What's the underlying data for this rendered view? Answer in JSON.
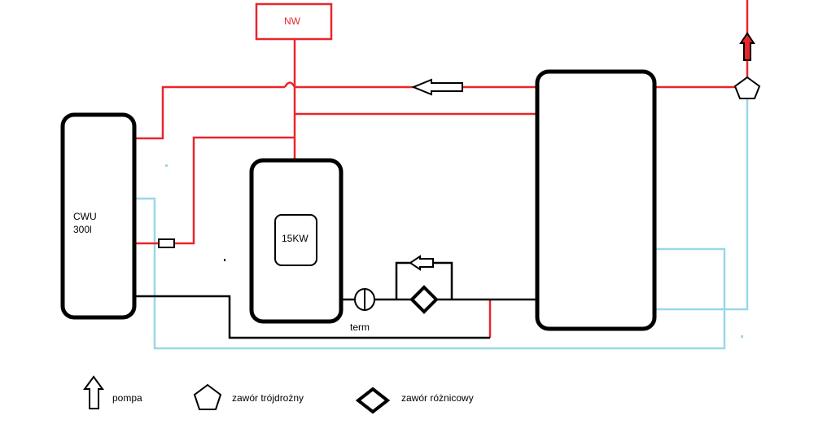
{
  "colors": {
    "supply": "#e8262c",
    "return": "#9ad7e8",
    "circuit": "#000000",
    "background": "#ffffff"
  },
  "nodes": {
    "nw_label": "NW",
    "cwu_label_line1": "CWU",
    "cwu_label_line2": "300l",
    "boiler_label": "15KW",
    "term_label": "term"
  },
  "legend": {
    "pump_label": "pompa",
    "three_way_valve_label": "zawór trójdrożny",
    "diff_valve_label": "zawór różnicowy"
  },
  "icons": {
    "pump": "up-arrow-icon",
    "three_way_valve": "pentagon-icon",
    "diff_valve": "diamond-icon",
    "thermometer": "circle-icon"
  }
}
